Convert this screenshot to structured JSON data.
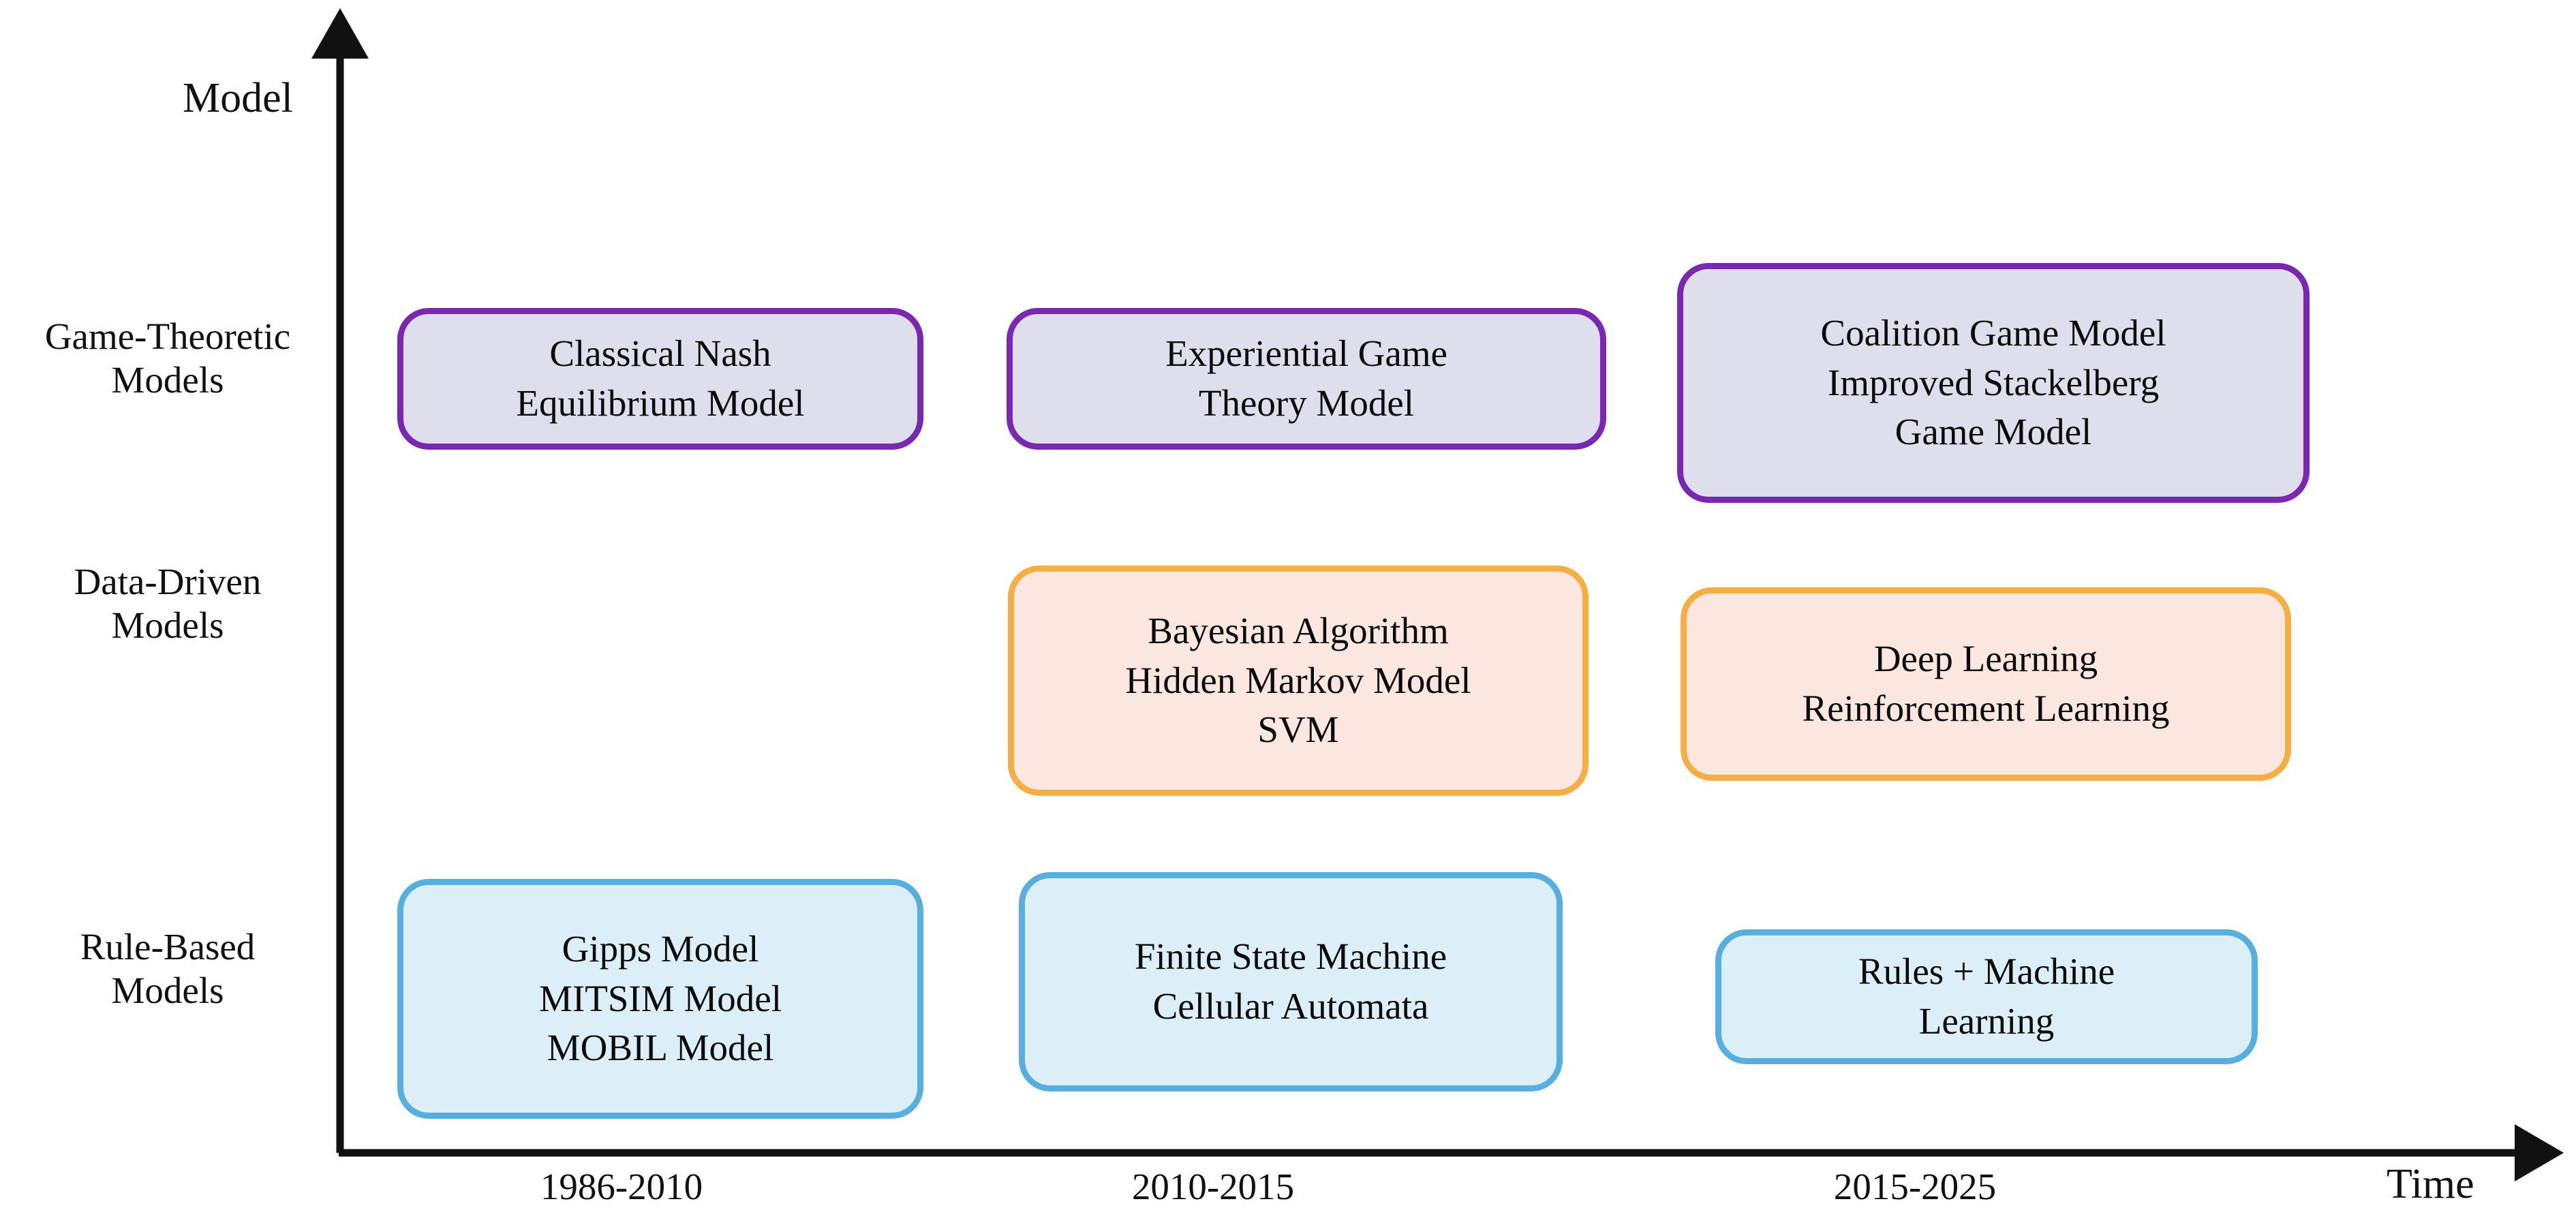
{
  "chart_data": {
    "type": "table",
    "title": "",
    "xlabel": "Time",
    "ylabel": "Model",
    "categories": [
      "1986-2010",
      "2010-2015",
      "2015-2025"
    ],
    "rows": [
      "Game-Theoretic Models",
      "Data-Driven Models",
      "Rule-Based Models"
    ],
    "cells": [
      {
        "row": "Game-Theoretic Models",
        "period": "1986-2010",
        "items": [
          "Classical Nash",
          "Equilibrium Model"
        ]
      },
      {
        "row": "Game-Theoretic Models",
        "period": "2010-2015",
        "items": [
          "Experiential Game",
          "Theory Model"
        ]
      },
      {
        "row": "Game-Theoretic Models",
        "period": "2015-2025",
        "items": [
          "Coalition Game Model",
          "Improved Stackelberg",
          "Game Model"
        ]
      },
      {
        "row": "Data-Driven Models",
        "period": "1986-2010",
        "items": []
      },
      {
        "row": "Data-Driven Models",
        "period": "2010-2015",
        "items": [
          "Bayesian Algorithm",
          "Hidden Markov Model",
          "SVM"
        ]
      },
      {
        "row": "Data-Driven Models",
        "period": "2015-2025",
        "items": [
          "Deep Learning",
          "Reinforcement Learning"
        ]
      },
      {
        "row": "Rule-Based Models",
        "period": "1986-2010",
        "items": [
          "Gipps Model",
          "MITSIM Model",
          "MOBIL Model"
        ]
      },
      {
        "row": "Rule-Based Models",
        "period": "2010-2015",
        "items": [
          "Finite State Machine",
          "Cellular Automata"
        ]
      },
      {
        "row": "Rule-Based Models",
        "period": "2015-2025",
        "items": [
          "Rules + Machine",
          "Learning"
        ]
      }
    ],
    "grid": false,
    "legend": "none"
  },
  "axes": {
    "y_title": "Model",
    "x_title": "Time",
    "y_categories": [
      "Game-Theoretic\nModels",
      "Data-Driven\nModels",
      "Rule-Based\nModels"
    ],
    "x_ticks": [
      "1986-2010",
      "2010-2015",
      "2015-2025"
    ],
    "axis_color": "#111111"
  },
  "colors": {
    "game_theoretic_border": "#7A28B0",
    "game_theoretic_fill": "#DEDEEC",
    "data_driven_border": "#F4AE43",
    "data_driven_fill": "#FBE7E0",
    "rule_based_border": "#56AFDE",
    "rule_based_fill": "#DCEFF9",
    "background": "#FFFFFF",
    "text": "#111111"
  },
  "boxes": {
    "gt_1": "Classical Nash\nEquilibrium Model",
    "gt_2": "Experiential Game\nTheory Model",
    "gt_3": "Coalition Game Model\nImproved Stackelberg\nGame Model",
    "dd_2": "Bayesian Algorithm\nHidden Markov Model\nSVM",
    "dd_3": "Deep Learning\nReinforcement Learning",
    "rb_1": "Gipps Model\nMITSIM Model\nMOBIL Model",
    "rb_2": "Finite State Machine\nCellular Automata",
    "rb_3": "Rules + Machine\nLearning"
  }
}
